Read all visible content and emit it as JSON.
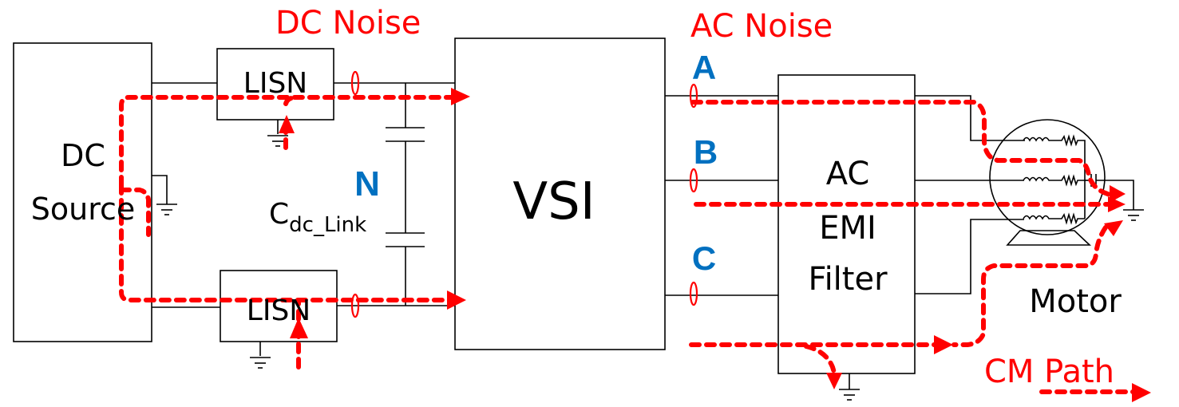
{
  "title_labels": {
    "dc_noise": "DC Noise",
    "ac_noise": "AC Noise"
  },
  "blocks": {
    "dc_source": [
      "DC",
      "Source"
    ],
    "lisn_top": "LISN",
    "lisn_bottom": "LISN",
    "vsi": "VSI",
    "ac_emi_filter": [
      "AC",
      "EMI",
      "Filter"
    ],
    "motor": "Motor"
  },
  "capacitor": {
    "label_main": "C",
    "label_sub": "dc_Link"
  },
  "nodes": {
    "neutral": "N",
    "phase_a": "A",
    "phase_b": "B",
    "phase_c": "C"
  },
  "legend": {
    "cm_path": "CM Path"
  },
  "colors": {
    "noise_path": "#ff0000",
    "phase_labels": "#0070c0",
    "wires": "#000000"
  }
}
